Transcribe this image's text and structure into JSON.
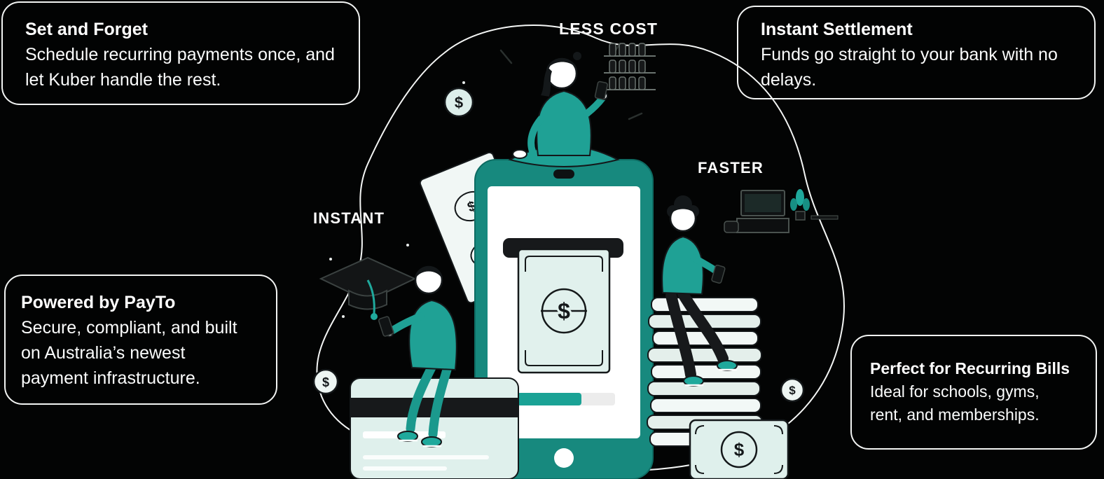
{
  "meta": {
    "background": "#030404",
    "phone_teal": "#17897e",
    "shirt_teal": "#1fa195",
    "progress_teal": "#1aa295",
    "mint": "#dff0ec",
    "ink": "#14181a",
    "card_border": "#f2f4f3",
    "text_color": "#ffffff"
  },
  "callouts": {
    "set_and_forget": {
      "title": "Set and Forget",
      "body": "Schedule recurring payments once, and\nlet Kuber handle the rest."
    },
    "instant_settlement": {
      "title": "Instant Settlement",
      "body": "Funds go straight to your bank with no\ndelays."
    },
    "powered_by_payto": {
      "title": "Powered by PayTo",
      "body": "Secure, compliant, and built\non Australia’s newest\npayment infrastructure."
    },
    "recurring_bills": {
      "title": "Perfect for Recurring Bills",
      "body": "Ideal for schools, gyms,\nrent, and memberships."
    }
  },
  "labels": {
    "less_cost": "LESS COST",
    "instant": "INSTANT",
    "faster": "FASTER"
  },
  "illustration": {
    "dollar": "$"
  }
}
